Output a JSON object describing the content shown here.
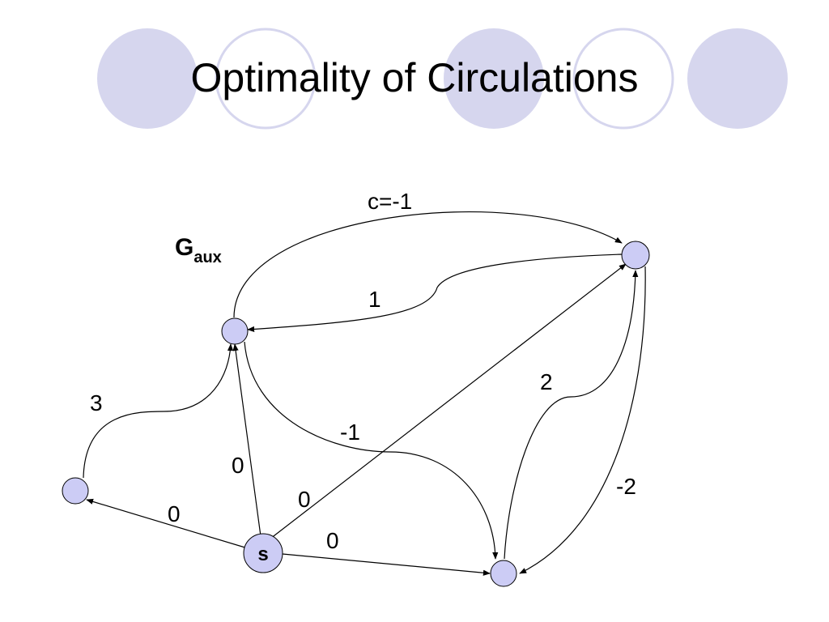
{
  "slide": {
    "title": "Optimality of Circulations"
  },
  "colors": {
    "decor_circle_fill": "#d6d6ee",
    "decor_circle_outline": "#d6d6ee",
    "node_fill": "#ccccf5",
    "edge": "#000000"
  },
  "graph": {
    "name_main": "G",
    "name_sub": "aux",
    "nodes": [
      {
        "id": "left",
        "label": ""
      },
      {
        "id": "s",
        "label": "s"
      },
      {
        "id": "top-left",
        "label": ""
      },
      {
        "id": "top-right",
        "label": ""
      },
      {
        "id": "bottom-right",
        "label": ""
      }
    ],
    "edges": [
      {
        "id": "s-to-left",
        "from": "s",
        "to": "left",
        "cost": "0"
      },
      {
        "id": "s-to-top-left",
        "from": "s",
        "to": "top-left",
        "cost": "0"
      },
      {
        "id": "s-to-top-right",
        "from": "s",
        "to": "top-right",
        "cost": "0"
      },
      {
        "id": "s-to-bottom-right",
        "from": "s",
        "to": "bottom-right",
        "cost": "0"
      },
      {
        "id": "left-to-top-left",
        "from": "left",
        "to": "top-left",
        "cost": "3"
      },
      {
        "id": "top-left-to-top-right",
        "from": "top-left",
        "to": "top-right",
        "cost": "c=-1"
      },
      {
        "id": "top-right-to-top-left",
        "from": "top-right",
        "to": "top-left",
        "cost": "1"
      },
      {
        "id": "top-left-to-bottom-right",
        "from": "top-left",
        "to": "bottom-right",
        "cost": "-1"
      },
      {
        "id": "bottom-right-to-top-right",
        "from": "bottom-right",
        "to": "top-right",
        "cost": "2"
      },
      {
        "id": "top-right-to-bottom-right",
        "from": "top-right",
        "to": "bottom-right",
        "cost": "-2"
      }
    ]
  }
}
